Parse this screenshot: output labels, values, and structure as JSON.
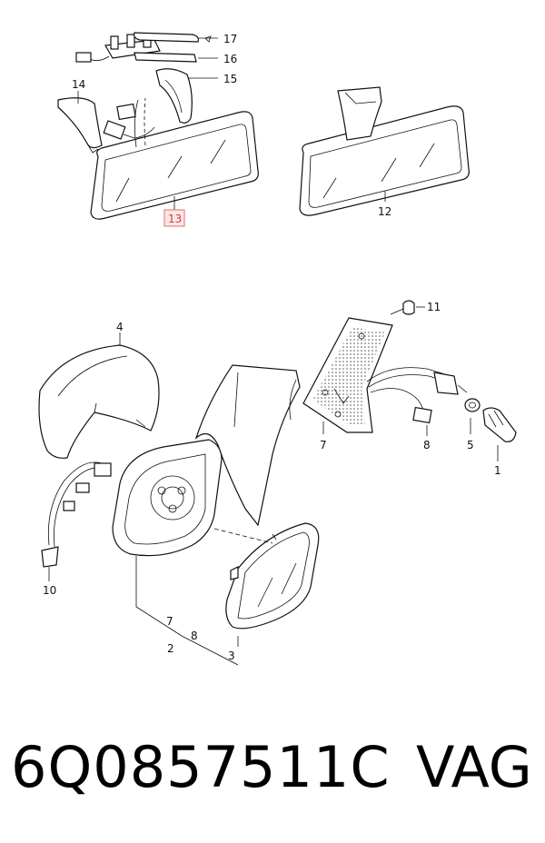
{
  "callouts": {
    "c17": "17",
    "c16": "16",
    "c15": "15",
    "c14": "14",
    "c13": "13",
    "c12": "12",
    "c11": "11",
    "c4": "4",
    "c7a": "7",
    "c8a": "8",
    "c5": "5",
    "c1": "1",
    "c10": "10",
    "c7b": "7",
    "c8b": "8",
    "c2": "2",
    "c3": "3"
  },
  "highlight_color": "#e07070",
  "footer": {
    "part_number": "6Q0857511C",
    "brand": "VAG"
  }
}
